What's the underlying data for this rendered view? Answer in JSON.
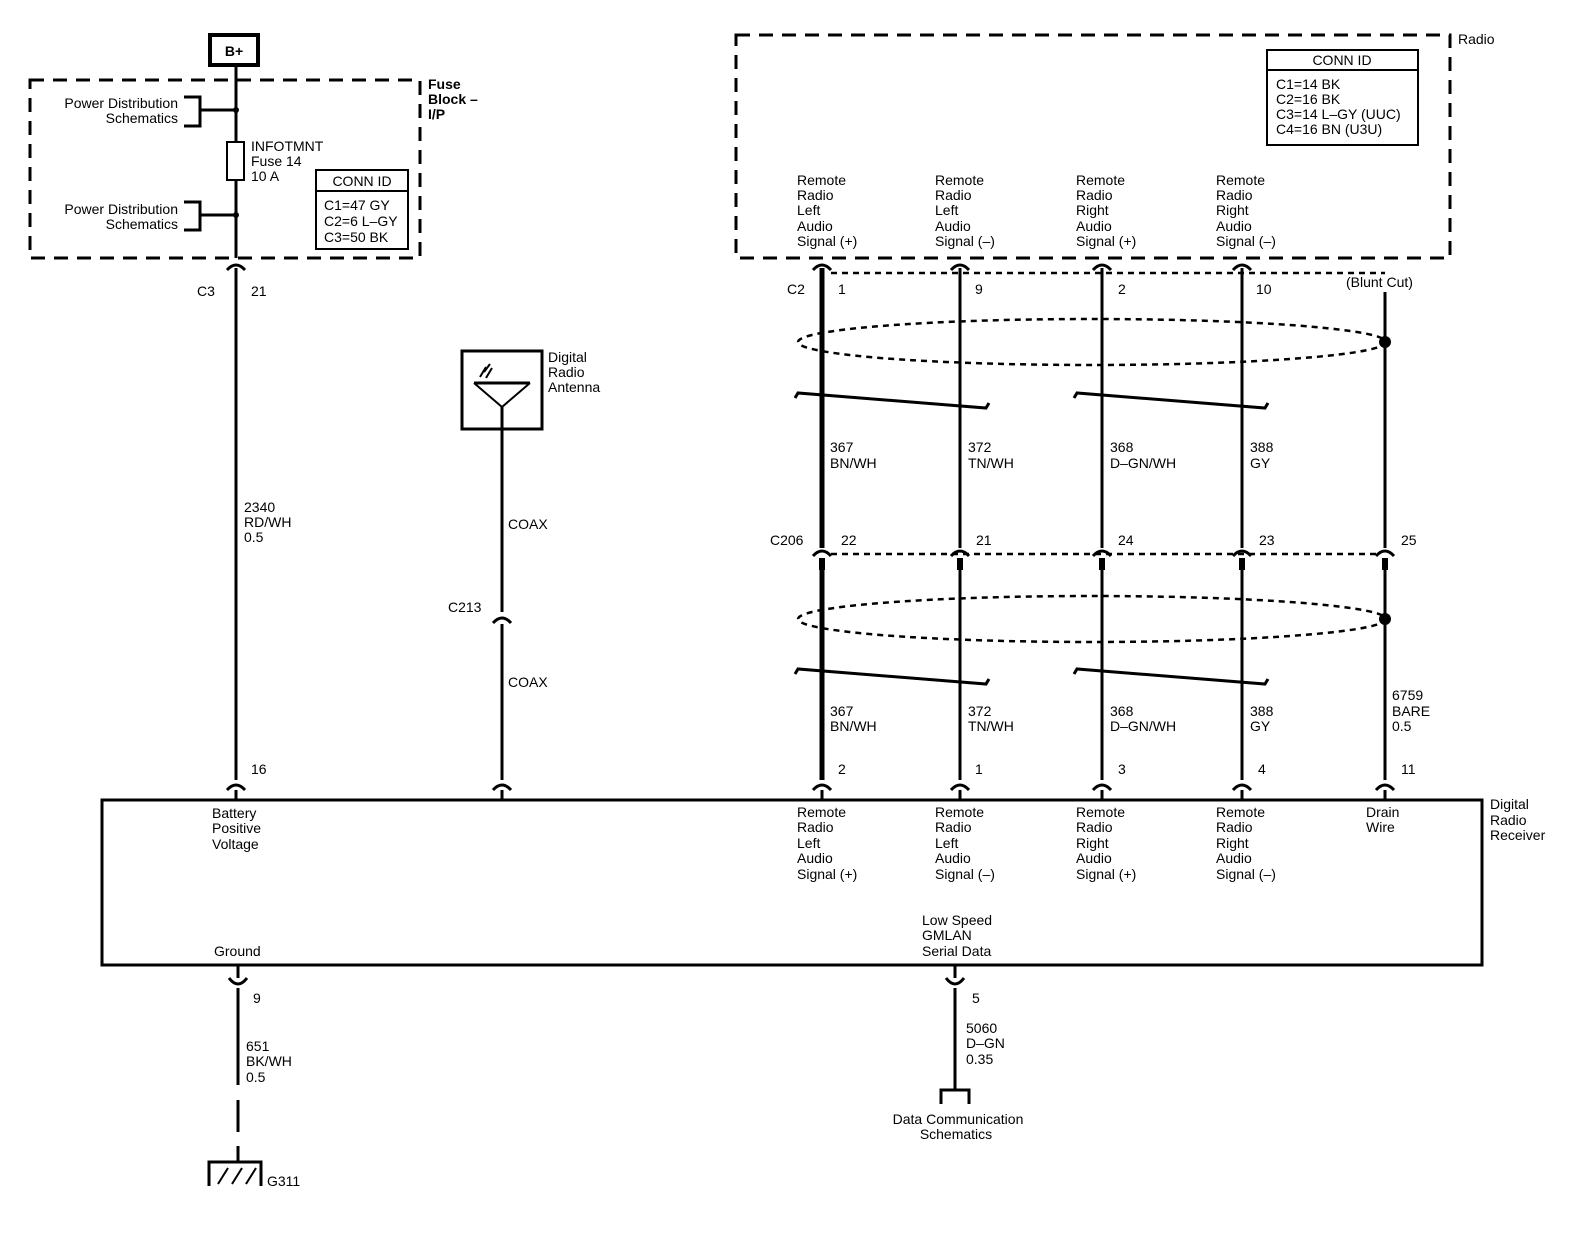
{
  "battery_label": "B+",
  "fuse_block": {
    "title_lines": [
      "Fuse",
      "Block –",
      "I/P"
    ],
    "power_dist_top": [
      "Power Distribution",
      "Schematics"
    ],
    "power_dist_bottom": [
      "Power Distribution",
      "Schematics"
    ],
    "fuse_lines": [
      "INFOTMNT",
      "Fuse 14",
      "10 A"
    ],
    "conn_id_title": "CONN ID",
    "conn_id_lines": [
      "C1=47 GY",
      "C2=6 L–GY",
      "C3=50 BK"
    ]
  },
  "radio": {
    "title": "Radio",
    "conn_id_title": "CONN ID",
    "conn_id_lines": [
      "C1=14 BK",
      "C2=16 BK",
      "C3=14 L–GY (UUC)",
      "C4=16 BN (U3U)"
    ],
    "pin_labels": [
      [
        "Remote",
        "Radio",
        "Left",
        "Audio",
        "Signal (+)"
      ],
      [
        "Remote",
        "Radio",
        "Left",
        "Audio",
        "Signal (–)"
      ],
      [
        "Remote",
        "Radio",
        "Right",
        "Audio",
        "Signal (+)"
      ],
      [
        "Remote",
        "Radio",
        "Right",
        "Audio",
        "Signal (–)"
      ]
    ],
    "connector": "C2",
    "pins": [
      "1",
      "9",
      "2",
      "10"
    ]
  },
  "blunt_cut": "(Blunt Cut)",
  "power_wire": {
    "connector": "C3",
    "pin": "21",
    "circuit_lines": [
      "2340",
      "RD/WH",
      "0.5"
    ],
    "receiver_pin": "16"
  },
  "antenna": {
    "label_lines": [
      "Digital",
      "Radio",
      "Antenna"
    ],
    "coax_top": "COAX",
    "connector": "C213",
    "coax_bottom": "COAX"
  },
  "upper_circuits": [
    [
      "367",
      "BN/WH"
    ],
    [
      "372",
      "TN/WH"
    ],
    [
      "368",
      "D–GN/WH"
    ],
    [
      "388",
      "GY"
    ]
  ],
  "mid_connector": {
    "name": "C206",
    "pins": [
      "22",
      "21",
      "24",
      "23",
      "25"
    ]
  },
  "lower_circuits": [
    [
      "367",
      "BN/WH"
    ],
    [
      "372",
      "TN/WH"
    ],
    [
      "368",
      "D–GN/WH"
    ],
    [
      "388",
      "GY"
    ],
    [
      "6759",
      "BARE",
      "0.5"
    ]
  ],
  "receiver_pins": [
    "2",
    "1",
    "3",
    "4",
    "11"
  ],
  "receiver": {
    "title_lines": [
      "Digital",
      "Radio",
      "Receiver"
    ],
    "battery_label": [
      "Battery",
      "Positive",
      "Voltage"
    ],
    "signal_labels": [
      [
        "Remote",
        "Radio",
        "Left",
        "Audio",
        "Signal (+)"
      ],
      [
        "Remote",
        "Radio",
        "Left",
        "Audio",
        "Signal (–)"
      ],
      [
        "Remote",
        "Radio",
        "Right",
        "Audio",
        "Signal (+)"
      ],
      [
        "Remote",
        "Radio",
        "Right",
        "Audio",
        "Signal (–)"
      ]
    ],
    "drain_label": [
      "Drain",
      "Wire"
    ],
    "ground_label": "Ground",
    "gmlan_label": [
      "Low Speed",
      "GMLAN",
      "Serial Data"
    ]
  },
  "ground_wire": {
    "pin": "9",
    "circuit_lines": [
      "651",
      "BK/WH",
      "0.5"
    ],
    "ground_id": "G311"
  },
  "gmlan_wire": {
    "pin": "5",
    "circuit_lines": [
      "5060",
      "D–GN",
      "0.35"
    ],
    "dest_lines": [
      "Data Communication",
      "Schematics"
    ]
  }
}
